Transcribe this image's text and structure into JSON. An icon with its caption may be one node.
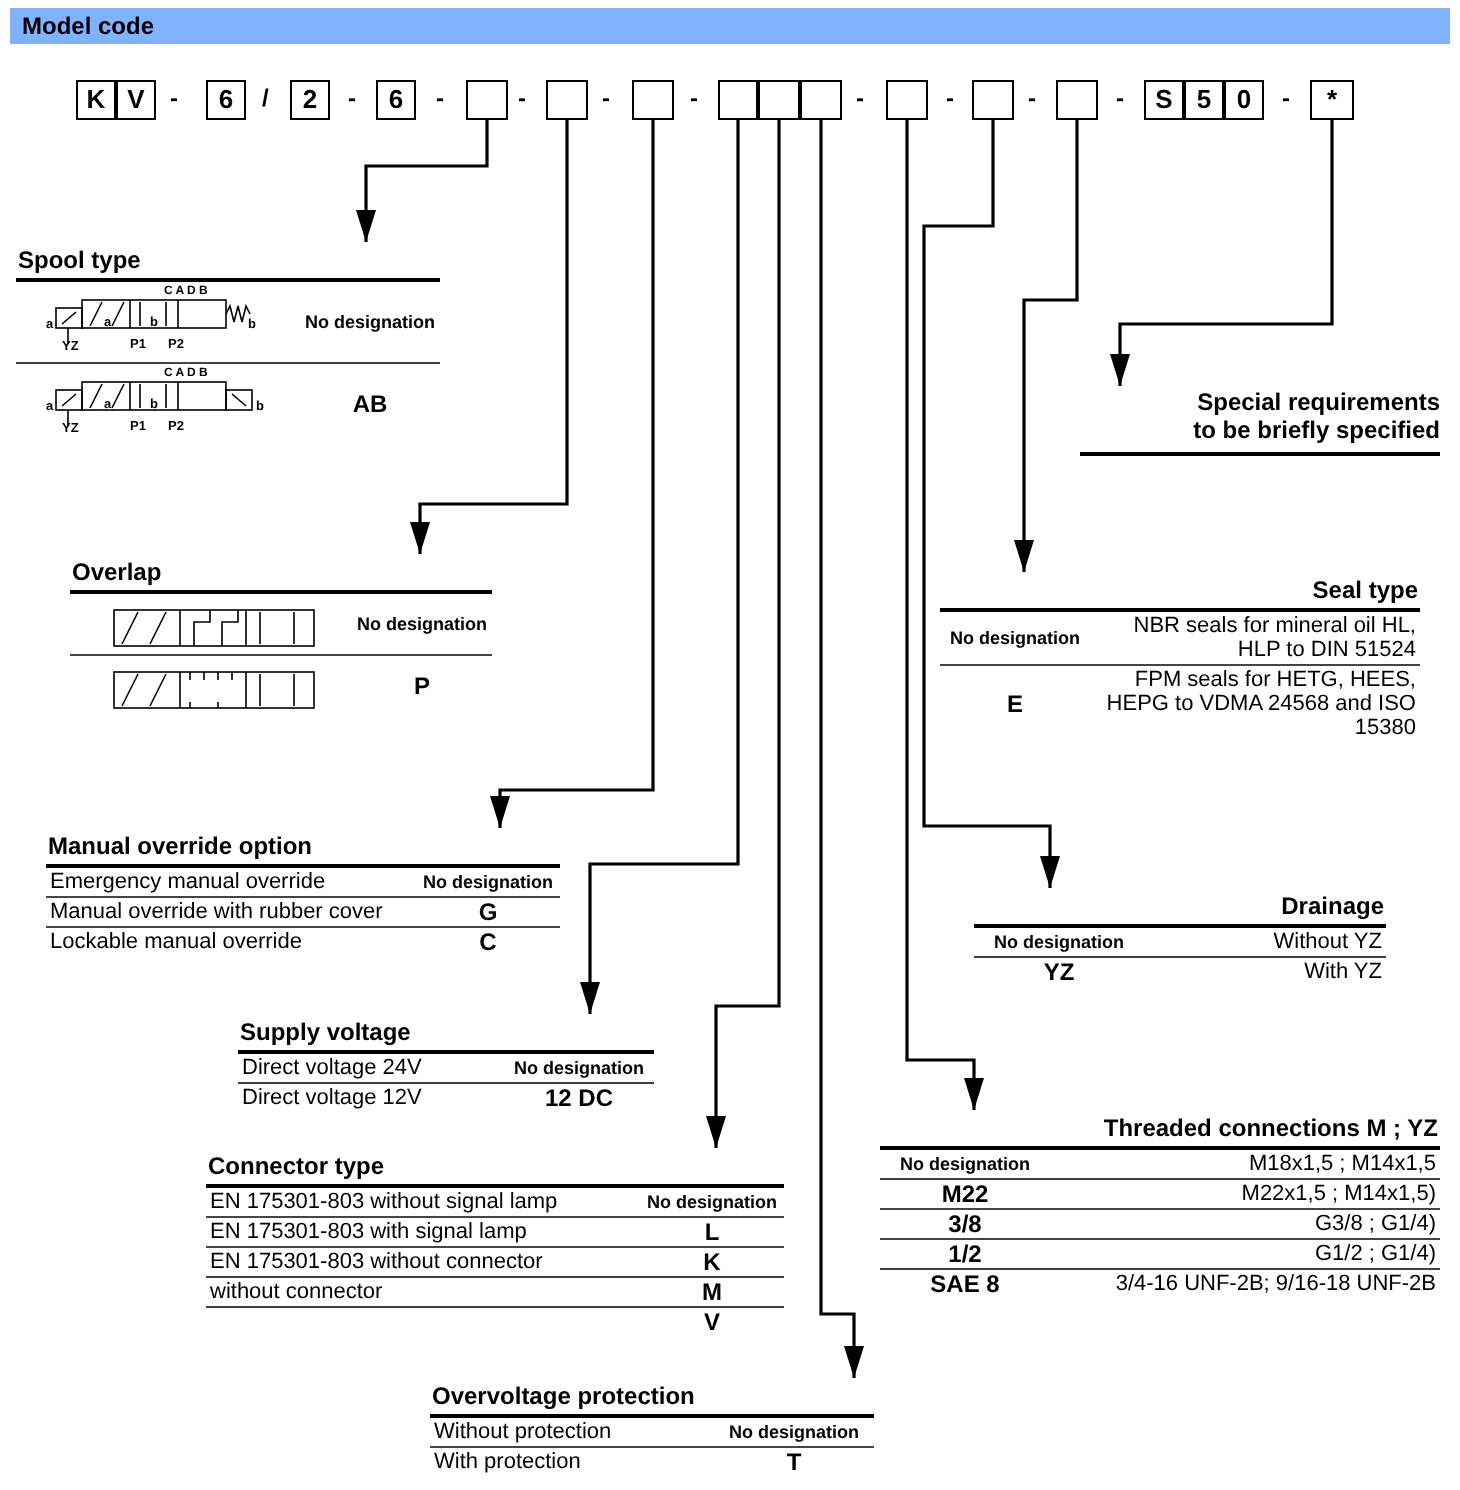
{
  "diagram": {
    "title": "Model code",
    "nodes": [
      {
        "text": [
          "K"
        ]
      },
      {
        "text": [
          "V"
        ]
      },
      {
        "text": [
          "6"
        ]
      },
      {
        "text": [
          "2"
        ]
      },
      {
        "text": [
          "6"
        ]
      },
      {
        "text": [],
        "shape": "box"
      },
      {
        "text": [],
        "shape": "box"
      },
      {
        "text": [],
        "shape": "box"
      },
      {
        "text": [],
        "shape": "box"
      },
      {
        "text": [],
        "shape": "box"
      },
      {
        "text": [],
        "shape": "box"
      },
      {
        "text": [],
        "shape": "box"
      },
      {
        "text": [],
        "shape": "box"
      },
      {
        "text": [],
        "shape": "box"
      },
      {
        "text": [
          "S"
        ]
      },
      {
        "text": [
          "5"
        ]
      },
      {
        "text": [
          "0"
        ]
      },
      {
        "text": [
          "*"
        ]
      },
      {
        "text": [
          "Spool type",
          "No designation",
          "AB"
        ]
      },
      {
        "text": [
          "Special requirements to be briefly specified"
        ]
      },
      {
        "text": [
          "Overlap",
          "No designation",
          "P"
        ]
      },
      {
        "text": [
          "Seal type",
          "No designation",
          "NBR seals for mineral oil HL, HLP to DIN 51524",
          "E",
          "FPM seals for HETG, HEES, HEPG to VDMA 24568 and ISO 15380"
        ]
      },
      {
        "text": [
          "Manual override option",
          "Emergency manual override",
          "No designation",
          "Manual override with rubber cover",
          "G",
          "Lockable manual override",
          "C"
        ]
      },
      {
        "text": [
          "Drainage",
          "No designation",
          "Without YZ",
          "YZ",
          "With YZ"
        ]
      },
      {
        "text": [
          "Supply voltage",
          "Direct voltage 24V",
          "No designation",
          "Direct voltage 12V",
          "**12** DC"
        ]
      },
      {
        "text": [
          "Threaded connections M ; YZ",
          "No designation",
          "M18x1,5 ; M14x1,5",
          "M22",
          "M22x1,5 ; M14x1,5)",
          "3/8",
          "G3/8 ; G1/4)",
          "1/2",
          "G1/2 ; G1/4)",
          "SAE 8",
          "3/4-16 UNF-2B; 9/16-18 UNF-2B"
        ]
      },
      {
        "text": [
          "Connector type",
          "EN 175301-803 without signal lamp",
          "No designation",
          "EN 175301-803 with signal lamp",
          "L",
          "EN 175301-803 without connector",
          "K",
          "without connector",
          "M",
          "V"
        ]
      },
      {
        "text": [
          "Overvoltage protection",
          "Without protection",
          "No designation",
          "With protection",
          "T"
        ]
      }
    ],
    "edges": [
      {
        "from": 5,
        "to": 18,
        "arrow": "to"
      },
      {
        "from": 6,
        "to": 20,
        "arrow": "to"
      },
      {
        "from": 7,
        "to": 22,
        "arrow": "to"
      },
      {
        "from": 8,
        "to": 24,
        "arrow": "to"
      },
      {
        "from": 9,
        "to": 26,
        "arrow": "to"
      },
      {
        "from": 10,
        "to": 27,
        "arrow": "to"
      },
      {
        "from": 11,
        "to": 25,
        "arrow": "to"
      },
      {
        "from": 12,
        "to": 23,
        "arrow": "to"
      },
      {
        "from": 13,
        "to": 21,
        "arrow": "to"
      },
      {
        "from": 17,
        "to": 19,
        "arrow": "to"
      }
    ],
    "labels": [
      "-",
      "/",
      "-",
      "-",
      "-",
      "-",
      "-",
      "-",
      "-",
      "-",
      "-",
      "-",
      "C A D B",
      "a",
      "a",
      "b",
      "b",
      "YZ",
      "P1",
      "P2",
      "C A D B",
      "a",
      "a",
      "b",
      "b",
      "YZ",
      "P1",
      "P2"
    ]
  }
}
